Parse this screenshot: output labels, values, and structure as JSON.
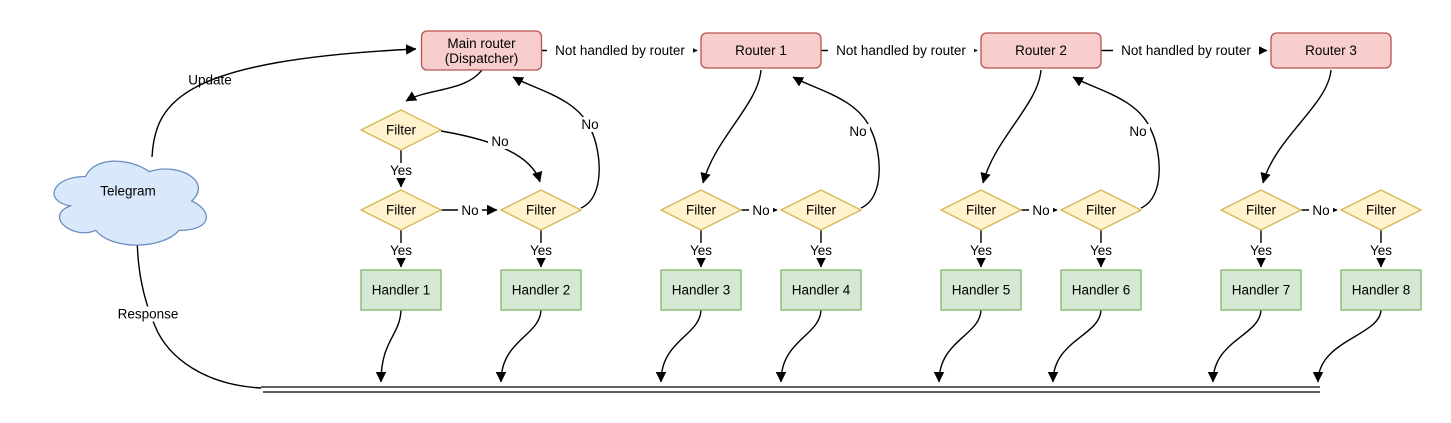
{
  "colors": {
    "router-fill": "#f8cecc",
    "router-stroke": "#b85450",
    "filter-fill": "#fff2cc",
    "filter-stroke": "#d6b656",
    "handler-fill": "#d5e8d4",
    "handler-stroke": "#82b366",
    "cloud-fill": "#dae8fc",
    "cloud-stroke": "#6c8ebf",
    "edge": "#000000",
    "text": "#000000",
    "background": "#ffffff"
  },
  "cloud": {
    "label": "Telegram"
  },
  "labels": {
    "update": "Update",
    "response": "Response",
    "not_handled": "Not handled by router",
    "yes": "Yes",
    "no": "No",
    "filter": "Filter"
  },
  "routers": [
    {
      "line1": "Main router",
      "line2": "(Dispatcher)"
    },
    {
      "label": "Router 1"
    },
    {
      "label": "Router 2"
    },
    {
      "label": "Router 3"
    }
  ],
  "handlers": [
    {
      "label": "Handler 1"
    },
    {
      "label": "Handler 2"
    },
    {
      "label": "Handler 3"
    },
    {
      "label": "Handler 4"
    },
    {
      "label": "Handler 5"
    },
    {
      "label": "Handler 6"
    },
    {
      "label": "Handler 7"
    },
    {
      "label": "Handler 8"
    }
  ]
}
